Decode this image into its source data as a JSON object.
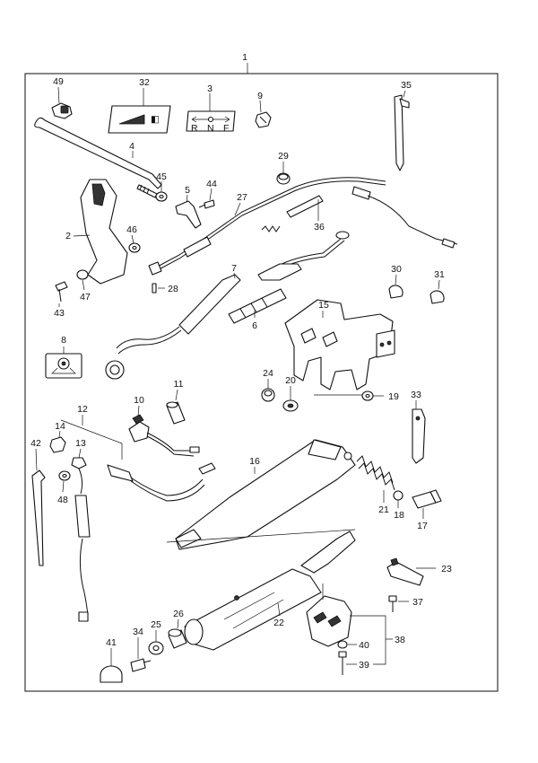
{
  "labels": [
    "1",
    "2",
    "3",
    "4",
    "5",
    "6",
    "7",
    "8",
    "9",
    "10",
    "11",
    "12",
    "13",
    "14",
    "15",
    "16",
    "17",
    "18",
    "19",
    "20",
    "21",
    "22",
    "23",
    "24",
    "25",
    "26",
    "27",
    "28",
    "29",
    "30",
    "31",
    "32",
    "33",
    "34",
    "35",
    "36",
    "37",
    "38",
    "39",
    "40",
    "41",
    "42",
    "43",
    "44",
    "45",
    "46",
    "47",
    "48",
    "49"
  ],
  "shift_plate_letters": [
    "R",
    "N",
    "F"
  ]
}
